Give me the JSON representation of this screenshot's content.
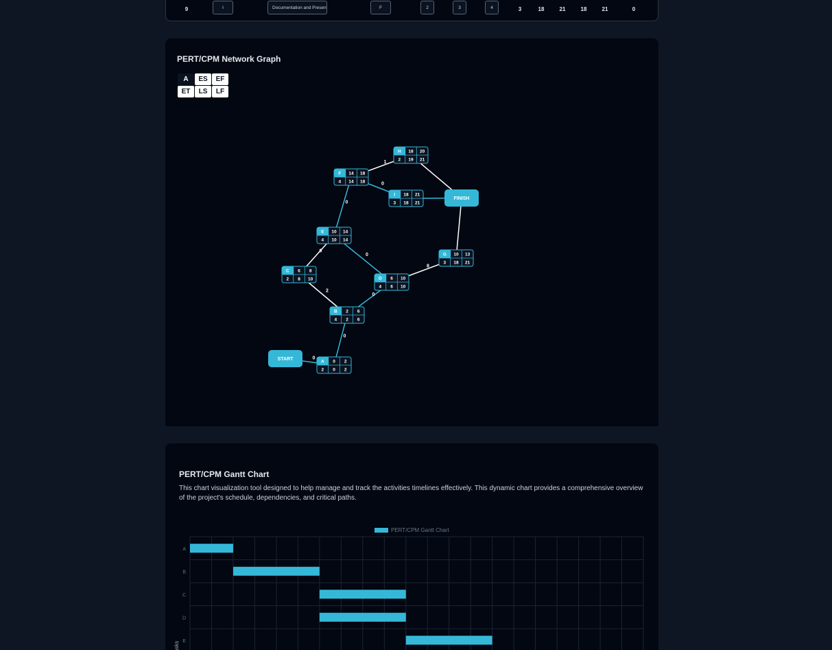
{
  "colors": {
    "background": "#0f1623",
    "card": "#020711",
    "accent": "#35b8d8",
    "critical_edge": "#35b8d8",
    "normal_edge": "#ffffff"
  },
  "task_table_row": {
    "index": "9",
    "activity": "I",
    "description": "Documentation and Presentation",
    "predecessor": "F",
    "optimistic": "2",
    "most_likely": "3",
    "pessimistic": "4",
    "expected": "3",
    "es": "18",
    "ef": "21",
    "ls": "18",
    "lf": "21",
    "slack": "0"
  },
  "network": {
    "title": "PERT/CPM Network Graph",
    "legend": {
      "a": "A",
      "es": "ES",
      "ef": "EF",
      "et": "ET",
      "ls": "LS",
      "lf": "LF"
    },
    "start_label": "START",
    "finish_label": "FINISH",
    "nodes": [
      {
        "id": "A",
        "es": "0",
        "ef": "2",
        "et": "2",
        "ls": "0",
        "lf": "2"
      },
      {
        "id": "B",
        "es": "2",
        "ef": "6",
        "et": "4",
        "ls": "2",
        "lf": "6"
      },
      {
        "id": "C",
        "es": "6",
        "ef": "8",
        "et": "2",
        "ls": "8",
        "lf": "10"
      },
      {
        "id": "D",
        "es": "6",
        "ef": "10",
        "et": "4",
        "ls": "6",
        "lf": "10"
      },
      {
        "id": "E",
        "es": "10",
        "ef": "14",
        "et": "4",
        "ls": "10",
        "lf": "14"
      },
      {
        "id": "F",
        "es": "14",
        "ef": "18",
        "et": "4",
        "ls": "14",
        "lf": "18"
      },
      {
        "id": "G",
        "es": "10",
        "ef": "13",
        "et": "3",
        "ls": "18",
        "lf": "21"
      },
      {
        "id": "H",
        "es": "18",
        "ef": "20",
        "et": "2",
        "ls": "19",
        "lf": "21"
      },
      {
        "id": "I",
        "es": "18",
        "ef": "21",
        "et": "3",
        "ls": "18",
        "lf": "21"
      }
    ],
    "edges": [
      {
        "from": "START",
        "to": "A",
        "slack": "0",
        "critical": true
      },
      {
        "from": "A",
        "to": "B",
        "slack": "0",
        "critical": true
      },
      {
        "from": "B",
        "to": "C",
        "slack": "2",
        "critical": false
      },
      {
        "from": "B",
        "to": "D",
        "slack": "0",
        "critical": true
      },
      {
        "from": "C",
        "to": "E",
        "slack": "0",
        "critical": false
      },
      {
        "from": "D",
        "to": "E",
        "slack": "0",
        "critical": true
      },
      {
        "from": "D",
        "to": "G",
        "slack": "8",
        "critical": false
      },
      {
        "from": "E",
        "to": "F",
        "slack": "0",
        "critical": true
      },
      {
        "from": "F",
        "to": "H",
        "slack": "1",
        "critical": false
      },
      {
        "from": "F",
        "to": "I",
        "slack": "0",
        "critical": true
      },
      {
        "from": "H",
        "to": "FINISH",
        "slack": "",
        "critical": false
      },
      {
        "from": "I",
        "to": "FINISH",
        "slack": "",
        "critical": true
      },
      {
        "from": "G",
        "to": "FINISH",
        "slack": "",
        "critical": false
      }
    ]
  },
  "gantt": {
    "title": "PERT/CPM Gantt Chart",
    "description": "This chart visualization tool designed to help manage and track the activities timelines effectively. This dynamic chart provides a comprehensive overview of the project's schedule, dependencies, and critical paths."
  },
  "chart_data": {
    "type": "bar",
    "orientation": "horizontal",
    "legend": "PERT/CPM Gantt Chart",
    "ylabel": "Tasks",
    "categories": [
      "A",
      "B",
      "C",
      "D",
      "E"
    ],
    "series": [
      {
        "name": "PERT/CPM Gantt Chart",
        "ranges": [
          [
            0,
            2
          ],
          [
            2,
            6
          ],
          [
            6,
            10
          ],
          [
            6,
            10
          ],
          [
            10,
            14
          ]
        ]
      }
    ],
    "xlim": [
      0,
      21
    ],
    "grid": true
  }
}
